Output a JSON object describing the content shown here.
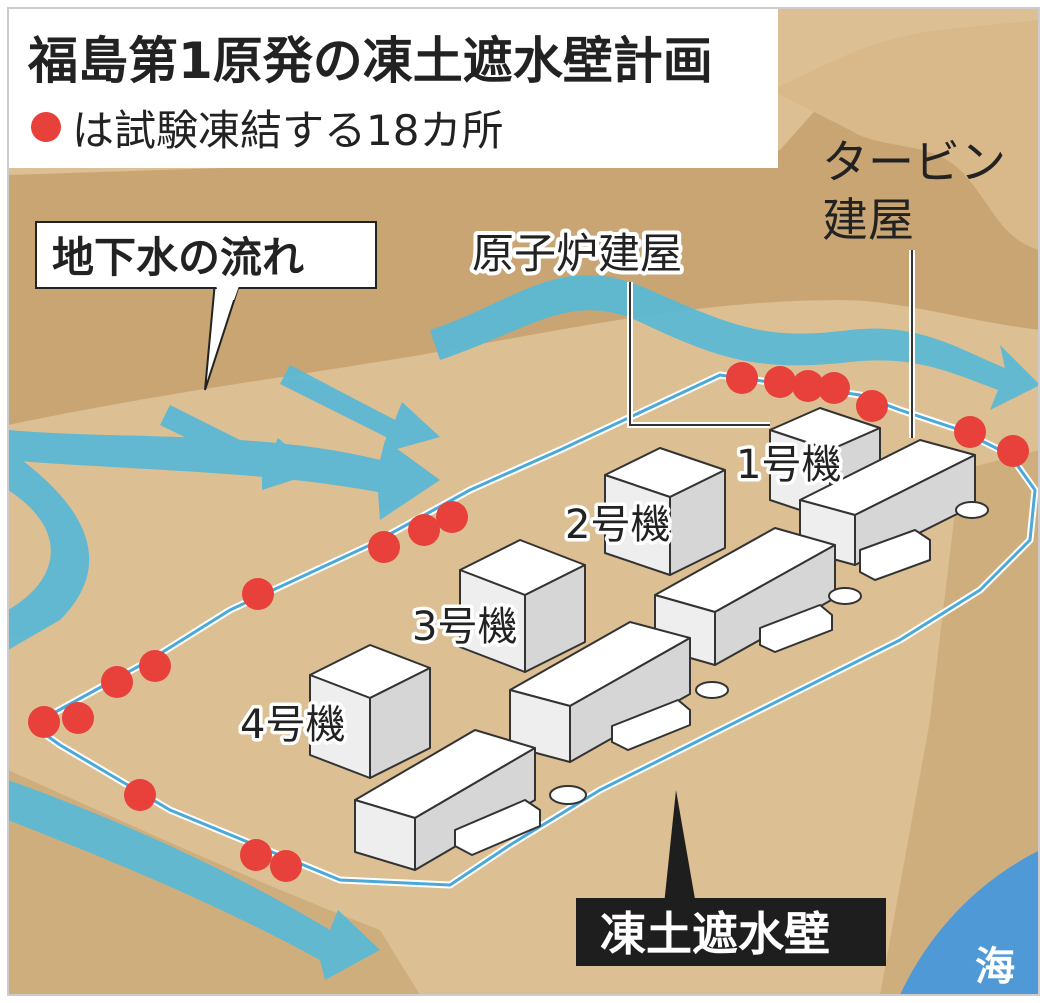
{
  "title": "福島第1原発の凍土遮水壁計画",
  "legend": {
    "marker_color": "#e8403a",
    "text": "は試験凍結する18カ所"
  },
  "labels": {
    "groundwater_flow": "地下水の流れ",
    "reactor_building": "原子炉建屋",
    "turbine_building_line1": "タービン",
    "turbine_building_line2": "建屋",
    "unit1": "1号機",
    "unit2": "2号機",
    "unit3": "3号機",
    "unit4": "4号機",
    "frozen_wall": "凍土遮水壁",
    "sea": "海"
  },
  "colors": {
    "ground": "#dcbf92",
    "ridge": "#c9a574",
    "water": "#5bb8d4",
    "sea": "#4f9ad6",
    "wall_line": "#4aa9d9",
    "building": "#ffffff",
    "outline": "#333333",
    "marker": "#e8403a"
  },
  "test_freeze_points": {
    "count": 18
  }
}
